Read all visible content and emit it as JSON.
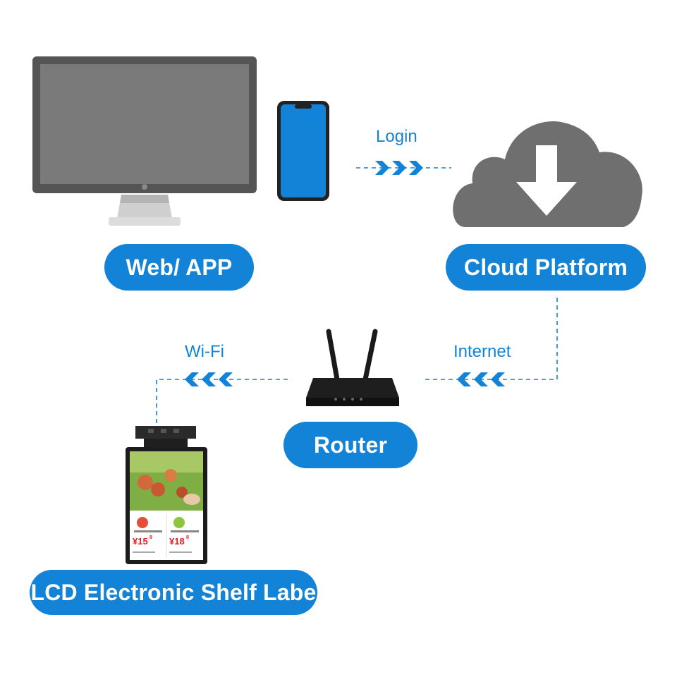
{
  "colors": {
    "accent": "#1283d6",
    "device_gray": "#6f6f6f",
    "device_dark": "#1e1e1e"
  },
  "nodes": {
    "web_app": {
      "label": "Web/ APP",
      "icons": [
        "monitor-icon",
        "smartphone-icon"
      ]
    },
    "cloud": {
      "label": "Cloud Platform",
      "icons": [
        "cloud-download-icon"
      ]
    },
    "router": {
      "label": "Router",
      "icons": [
        "router-icon"
      ]
    },
    "shelf": {
      "label": "LCD Electronic Shelf Labe",
      "icons": [
        "lcd-shelf-label-icon"
      ]
    }
  },
  "links": {
    "login": {
      "label": "Login",
      "from": "web_app",
      "to": "cloud"
    },
    "internet": {
      "label": "Internet",
      "from": "cloud",
      "to": "router"
    },
    "wifi": {
      "label": "Wi-Fi",
      "from": "router",
      "to": "shelf"
    }
  },
  "shelf_screen": {
    "item_left": {
      "price": "¥15",
      "price_sup": "8"
    },
    "item_right": {
      "price": "¥18",
      "price_sup": "8"
    }
  }
}
